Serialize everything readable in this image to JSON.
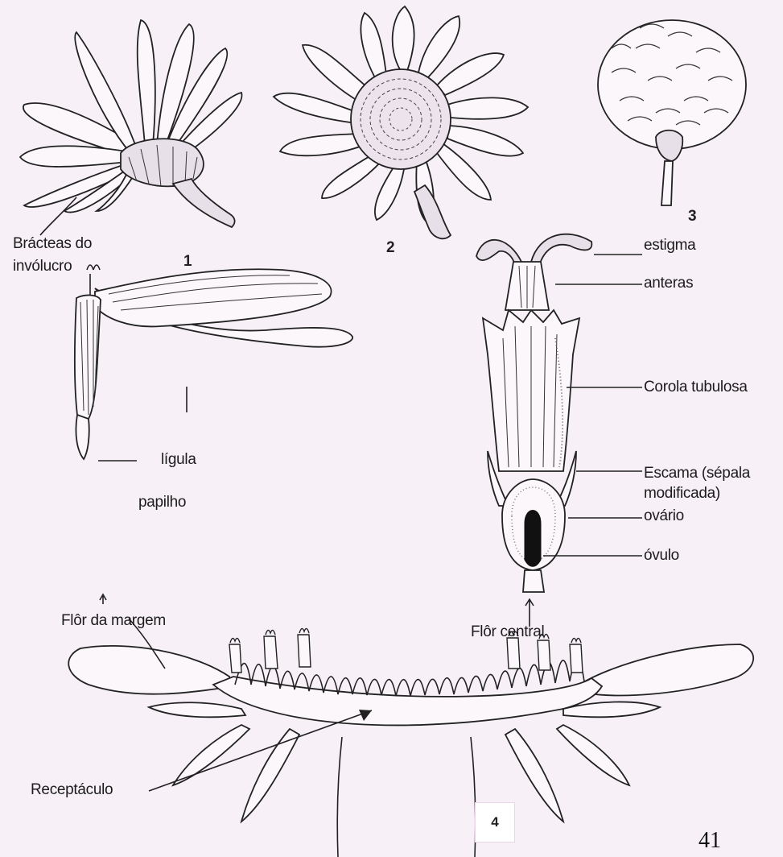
{
  "labels": {
    "bracteas_line1": "Brácteas do",
    "bracteas_line2": "invólucro",
    "fig1": "1",
    "fig2": "2",
    "fig3": "3",
    "fig4": "4",
    "estigma": "estigma",
    "anteras": "anteras",
    "corola": "Corola tubulosa",
    "escama_line1": "Escama (sépala",
    "escama_line2": "modificada)",
    "ovario": "ovário",
    "ovulo": "óvulo",
    "ligula": "lígula",
    "papilho": "papilho",
    "flor_margem": "Flôr da margem",
    "flor_central": "Flôr central",
    "receptaculo": "Receptáculo"
  },
  "page_number": "41",
  "colors": {
    "background": "#f7f0f7",
    "ink": "#222222",
    "petal_fill": "#fbf7fb"
  }
}
